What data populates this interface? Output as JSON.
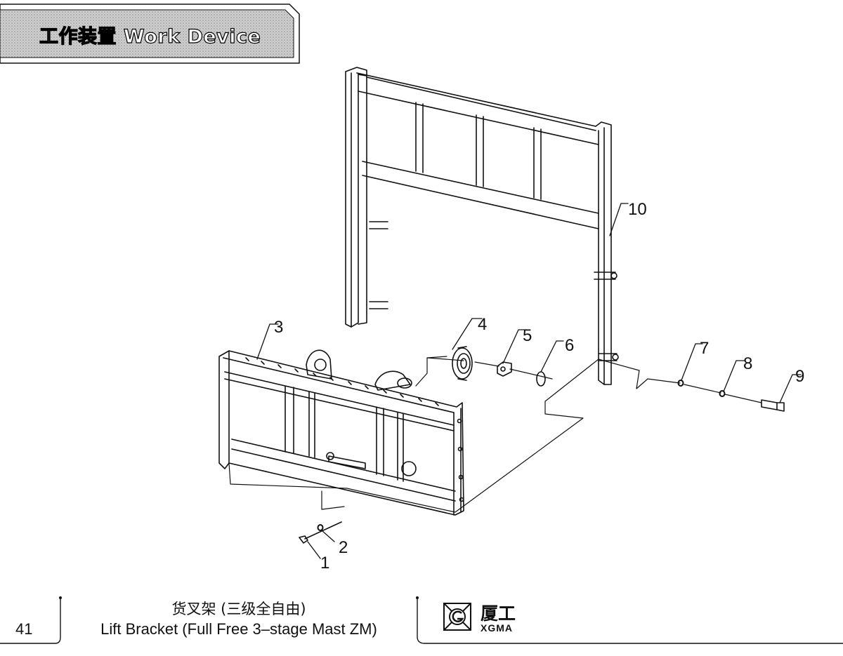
{
  "header": {
    "title": "工作装置 Work Device"
  },
  "callouts": {
    "c1": "1",
    "c2": "2",
    "c3": "3",
    "c4": "4",
    "c5": "5",
    "c6": "6",
    "c7": "7",
    "c8": "8",
    "c9": "9",
    "c10": "10"
  },
  "footer": {
    "page_number": "41",
    "caption_cn": "货叉架 (三级全自由)",
    "caption_en": "Lift Bracket (Full Free 3–stage Mast ZM)",
    "logo_cn": "厦工",
    "logo_en": "XGMA"
  }
}
